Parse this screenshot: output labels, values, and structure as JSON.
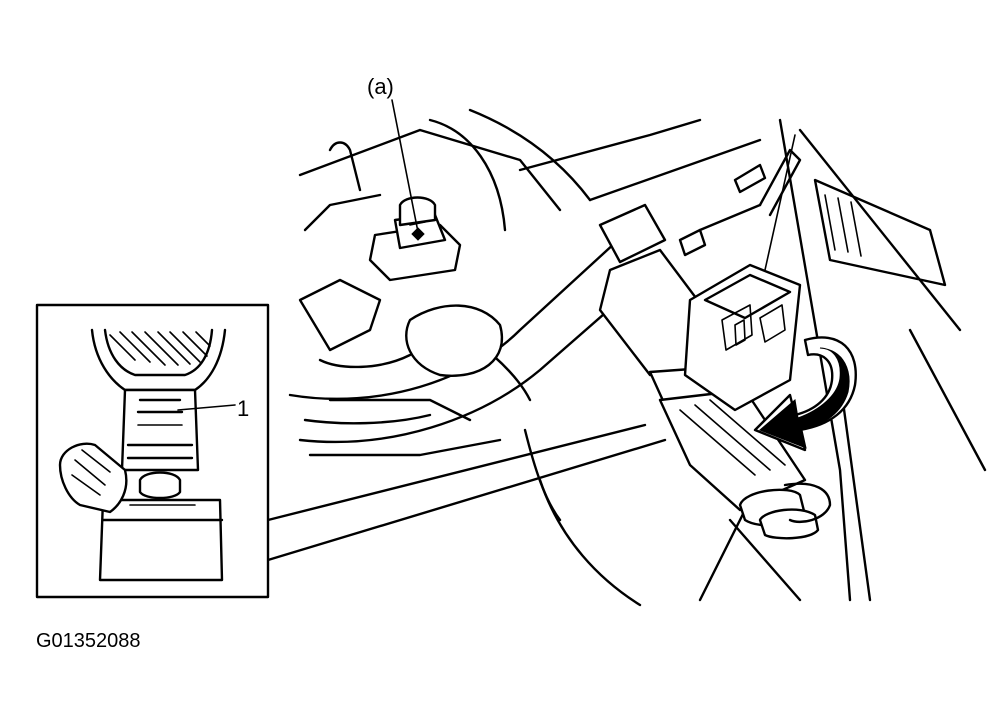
{
  "diagram": {
    "callouts": {
      "a": "(a)",
      "one": "1"
    },
    "figure_id": "G01352088"
  }
}
